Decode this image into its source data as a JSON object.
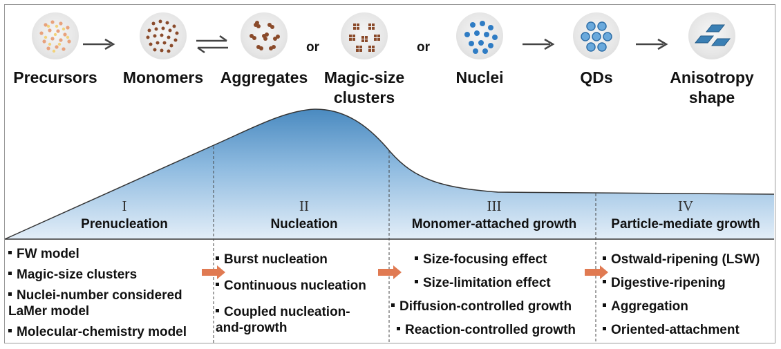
{
  "species": [
    {
      "name": "Precursors"
    },
    {
      "name": "Monomers"
    },
    {
      "name": "Aggregates"
    },
    {
      "name": "Magic-size\nclusters"
    },
    {
      "name": "Nuclei"
    },
    {
      "name": "QDs"
    },
    {
      "name": "Anisotropy\nshape"
    }
  ],
  "connectors": {
    "or_1": "or",
    "or_2": "or"
  },
  "stages": [
    {
      "numeral": "I",
      "title": "Prenucleation",
      "items": [
        "FW model",
        "Magic-size clusters",
        "Nuclei-number considered\nLaMer model",
        "Molecular-chemistry model"
      ]
    },
    {
      "numeral": "II",
      "title": "Nucleation",
      "items": [
        "Burst nucleation",
        "Continuous nucleation",
        "Coupled nucleation-\nand-growth"
      ]
    },
    {
      "numeral": "III",
      "title": "Monomer-attached growth",
      "items": [
        "Size-focusing effect",
        "Size-limitation effect",
        "Diffusion-controlled growth",
        "Reaction-controlled growth"
      ]
    },
    {
      "numeral": "IV",
      "title": "Particle-mediate growth",
      "items": [
        "Ostwald-ripening (LSW)",
        "Digestive-ripening",
        "Aggregation",
        "Oriented-attachment"
      ]
    }
  ],
  "colors": {
    "curve_top": "#4f90c4",
    "curve_bottom": "#e2eef8",
    "precursor_dots": "#e6a27a",
    "monomer_dots": "#8a4a2a",
    "nuclei_dots": "#2f7cc4",
    "qd_dots": "#6aa9dc",
    "arrow_orange": "#e07a52"
  }
}
